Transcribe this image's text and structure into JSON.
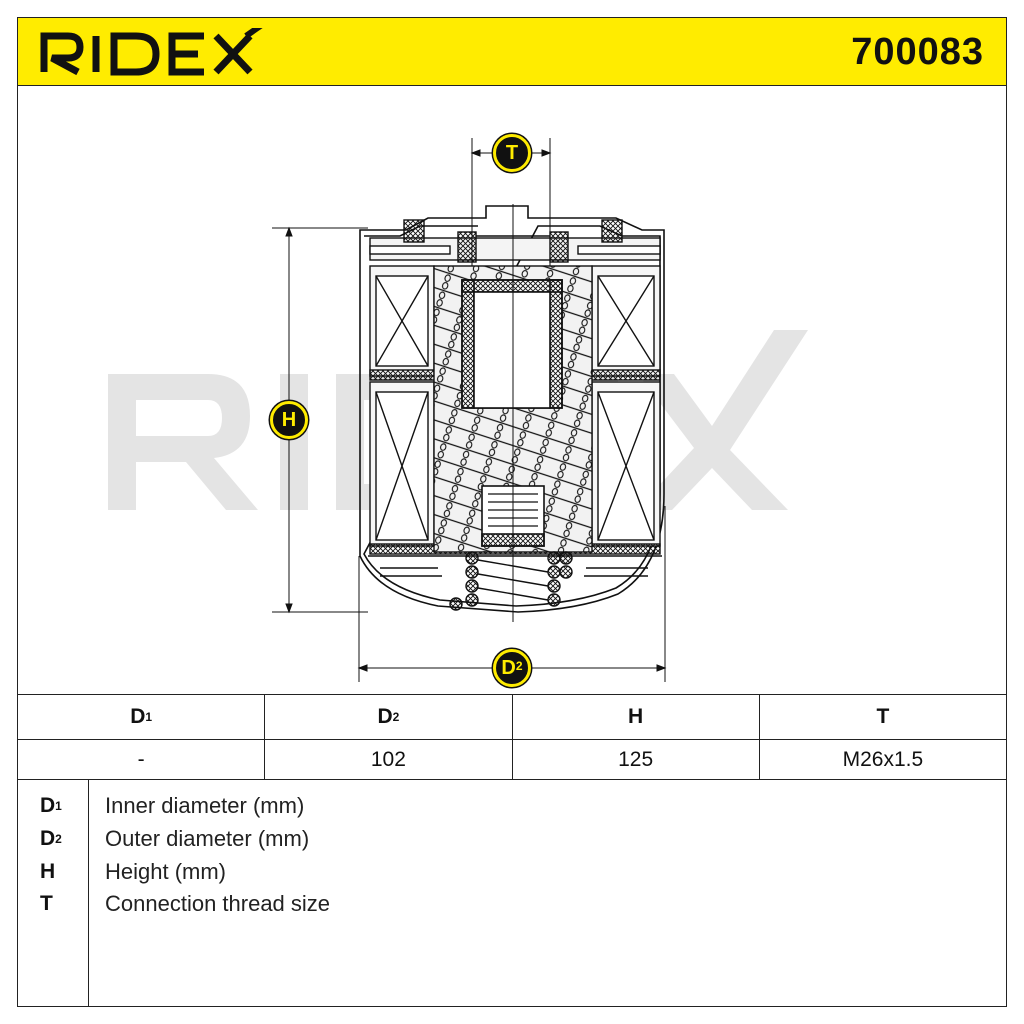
{
  "header": {
    "brand": "RIDEX",
    "part_number": "700083",
    "background_color": "#ffec00"
  },
  "watermark": {
    "text": "RIDEX",
    "color": "#e4e4e4"
  },
  "dimensions": {
    "t_label": "T",
    "h_label": "H",
    "d2_label": "D",
    "d2_sup": "2"
  },
  "spec_table": {
    "headers": [
      {
        "key": "D",
        "sup": "1"
      },
      {
        "key": "D",
        "sup": "2"
      },
      {
        "key": "H",
        "sup": ""
      },
      {
        "key": "T",
        "sup": ""
      }
    ],
    "values": [
      "-",
      "102",
      "125",
      "M26x1.5"
    ]
  },
  "legend": [
    {
      "key": "D",
      "sup": "1",
      "text": "Inner diameter (mm)"
    },
    {
      "key": "D",
      "sup": "2",
      "text": "Outer diameter (mm)"
    },
    {
      "key": "H",
      "sup": "",
      "text": "Height (mm)"
    },
    {
      "key": "T",
      "sup": "",
      "text": "Connection thread size"
    }
  ]
}
